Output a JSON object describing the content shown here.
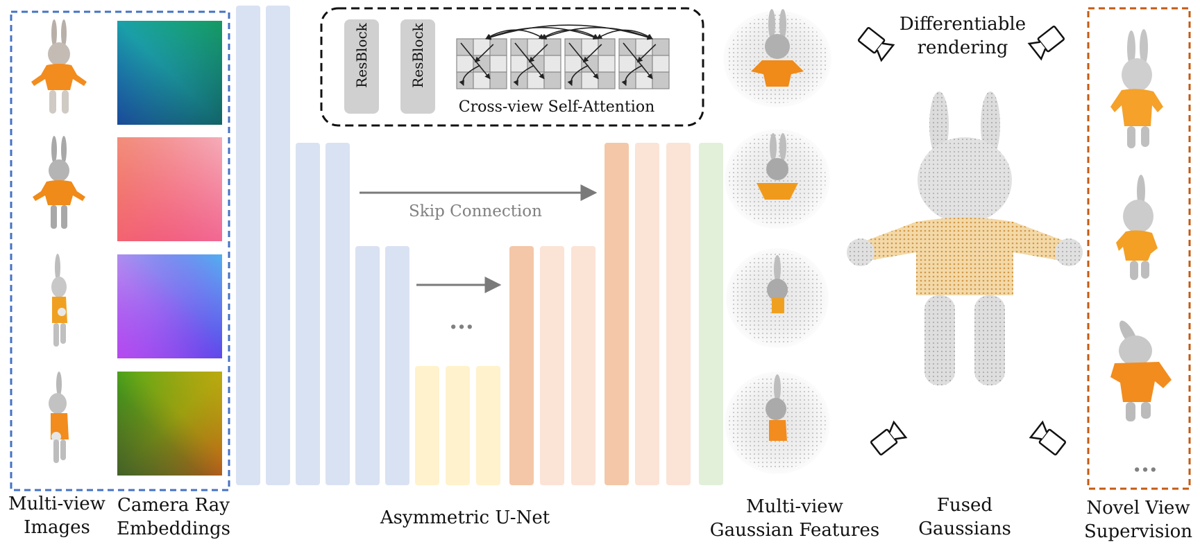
{
  "colors": {
    "input_border": "#4472c4",
    "supervision_border": "#c55a11",
    "encoder_block": "#d9e2f3",
    "bottleneck_block": "#fff2cc",
    "decoder_dark": "#f4c7a8",
    "decoder_light": "#fbe3d6",
    "output_block": "#e2efd9",
    "resblock_fill": "#d0d0d0",
    "rabbit_shirt": "#f28c1e",
    "rabbit_body": "#c8c8c8"
  },
  "labels": {
    "multiview_images": [
      "Multi-view",
      "Images"
    ],
    "camera_ray_embeddings": [
      "Camera Ray",
      "Embeddings"
    ],
    "asymmetric_unet": "Asymmetric U-Net",
    "multiview_gaussian_features": [
      "Multi-view",
      "Gaussian Features"
    ],
    "fused_gaussians": [
      "Fused",
      "Gaussians"
    ],
    "novel_view_supervision": [
      "Novel View",
      "Supervision"
    ],
    "differentiable_rendering": [
      "Differentiable",
      "rendering"
    ],
    "skip_connection": "Skip Connection",
    "ellipsis": "...",
    "novel_view_ellipsis": "...",
    "resblock_1": "ResBlock",
    "resblock_2": "ResBlock",
    "cross_view_self_attention": "Cross-view Self-Attention"
  },
  "icons": {
    "camera": "camera-icon",
    "rabbit": "rabbit-toy-image",
    "gaussian_splat": "gaussian-splat-image",
    "gradient": "ray-embedding-gradient"
  }
}
